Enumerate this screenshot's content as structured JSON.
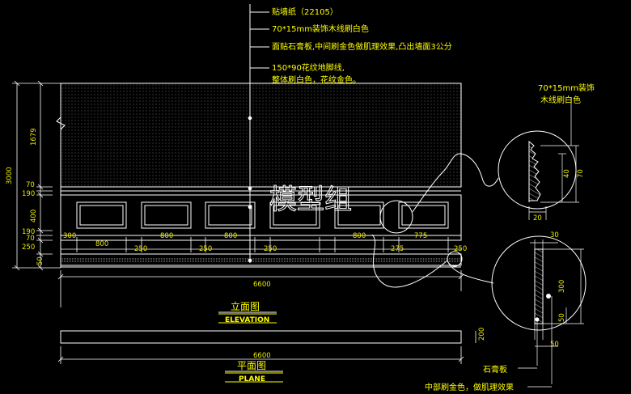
{
  "annotations": {
    "wallpaper": "贴墙纸（22105）",
    "trim": "70*15mm装饰木线刷白色",
    "gypsum": "面贴石膏板,中间刷金色做肌理效果,凸出墙面3公分",
    "skirting_1": "150*90花纹地脚线,",
    "skirting_2": "整体刷白色，花纹金色。",
    "detail1_1": "70*15mm装饰",
    "detail1_2": "木线刷白色",
    "detail2_1": "石膏板",
    "detail2_2": "中部刷金色，做肌理效果"
  },
  "watermark": "模型组",
  "elevation": {
    "title": "立面图",
    "subtitle": "ELEVATION",
    "total": "6600",
    "left_dims": [
      "1679",
      "70",
      "190",
      "400",
      "190",
      "70",
      "250",
      "50"
    ],
    "overall_height": "3000",
    "top_dims": [
      "300",
      "800",
      "800",
      "800",
      "800",
      "775"
    ],
    "lower_dims": [
      "250",
      "250",
      "250",
      "275",
      "250"
    ]
  },
  "plan": {
    "title": "平面图",
    "subtitle": "PLANE",
    "total": "6600",
    "depth": "200"
  },
  "detail1": {
    "d40": "40",
    "d70": "70",
    "d20": "20"
  },
  "detail2": {
    "d30": "30",
    "d300": "300",
    "d50a": "50",
    "d50b": "50"
  },
  "colors": {
    "line": "#ffffff",
    "text": "#ffff00",
    "dim": "#00ff00",
    "bg": "#000000"
  }
}
